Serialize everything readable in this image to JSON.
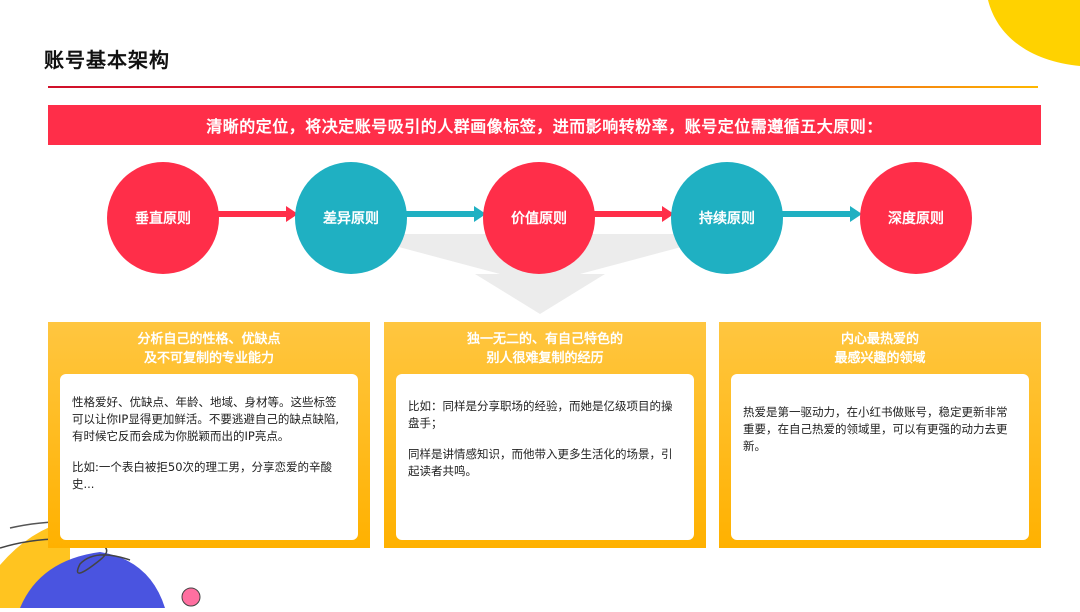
{
  "title": "账号基本架构",
  "banner": "清晰的定位，将决定账号吸引的人群画像标签，进而影响转粉率，账号定位需遵循五大原则：",
  "principles": [
    "垂直原则",
    "差异原则",
    "价值原则",
    "持续原则",
    "深度原则"
  ],
  "cards": [
    {
      "heading_line1": "分析自己的性格、优缺点",
      "heading_line2": "及不可复制的专业能力",
      "para1": "性格爱好、优缺点、年龄、地域、身材等。这些标签可以让你IP显得更加鲜活。不要逃避自己的缺点缺陷,有时候它反而会成为你脱颖而出的IP亮点。",
      "para2": "比如:一个表白被拒50次的理工男，分享恋爱的辛酸史..."
    },
    {
      "heading_line1": "独一无二的、有自己特色的",
      "heading_line2": "别人很难复制的经历",
      "para1": "比如：同样是分享职场的经验，而她是亿级项目的操盘手；",
      "para2": "同样是讲情感知识，而他带入更多生活化的场景，引起读者共鸣。"
    },
    {
      "heading_line1": "内心最热爱的",
      "heading_line2": "最感兴趣的领域",
      "para1": "热爱是第一驱动力，在小红书做账号，稳定更新非常重要，在自己热爱的领域里，可以有更强的动力去更新。"
    }
  ],
  "colors": {
    "red": "#ff2e49",
    "teal": "#1fb0c2",
    "yellow": "#ffb800"
  }
}
